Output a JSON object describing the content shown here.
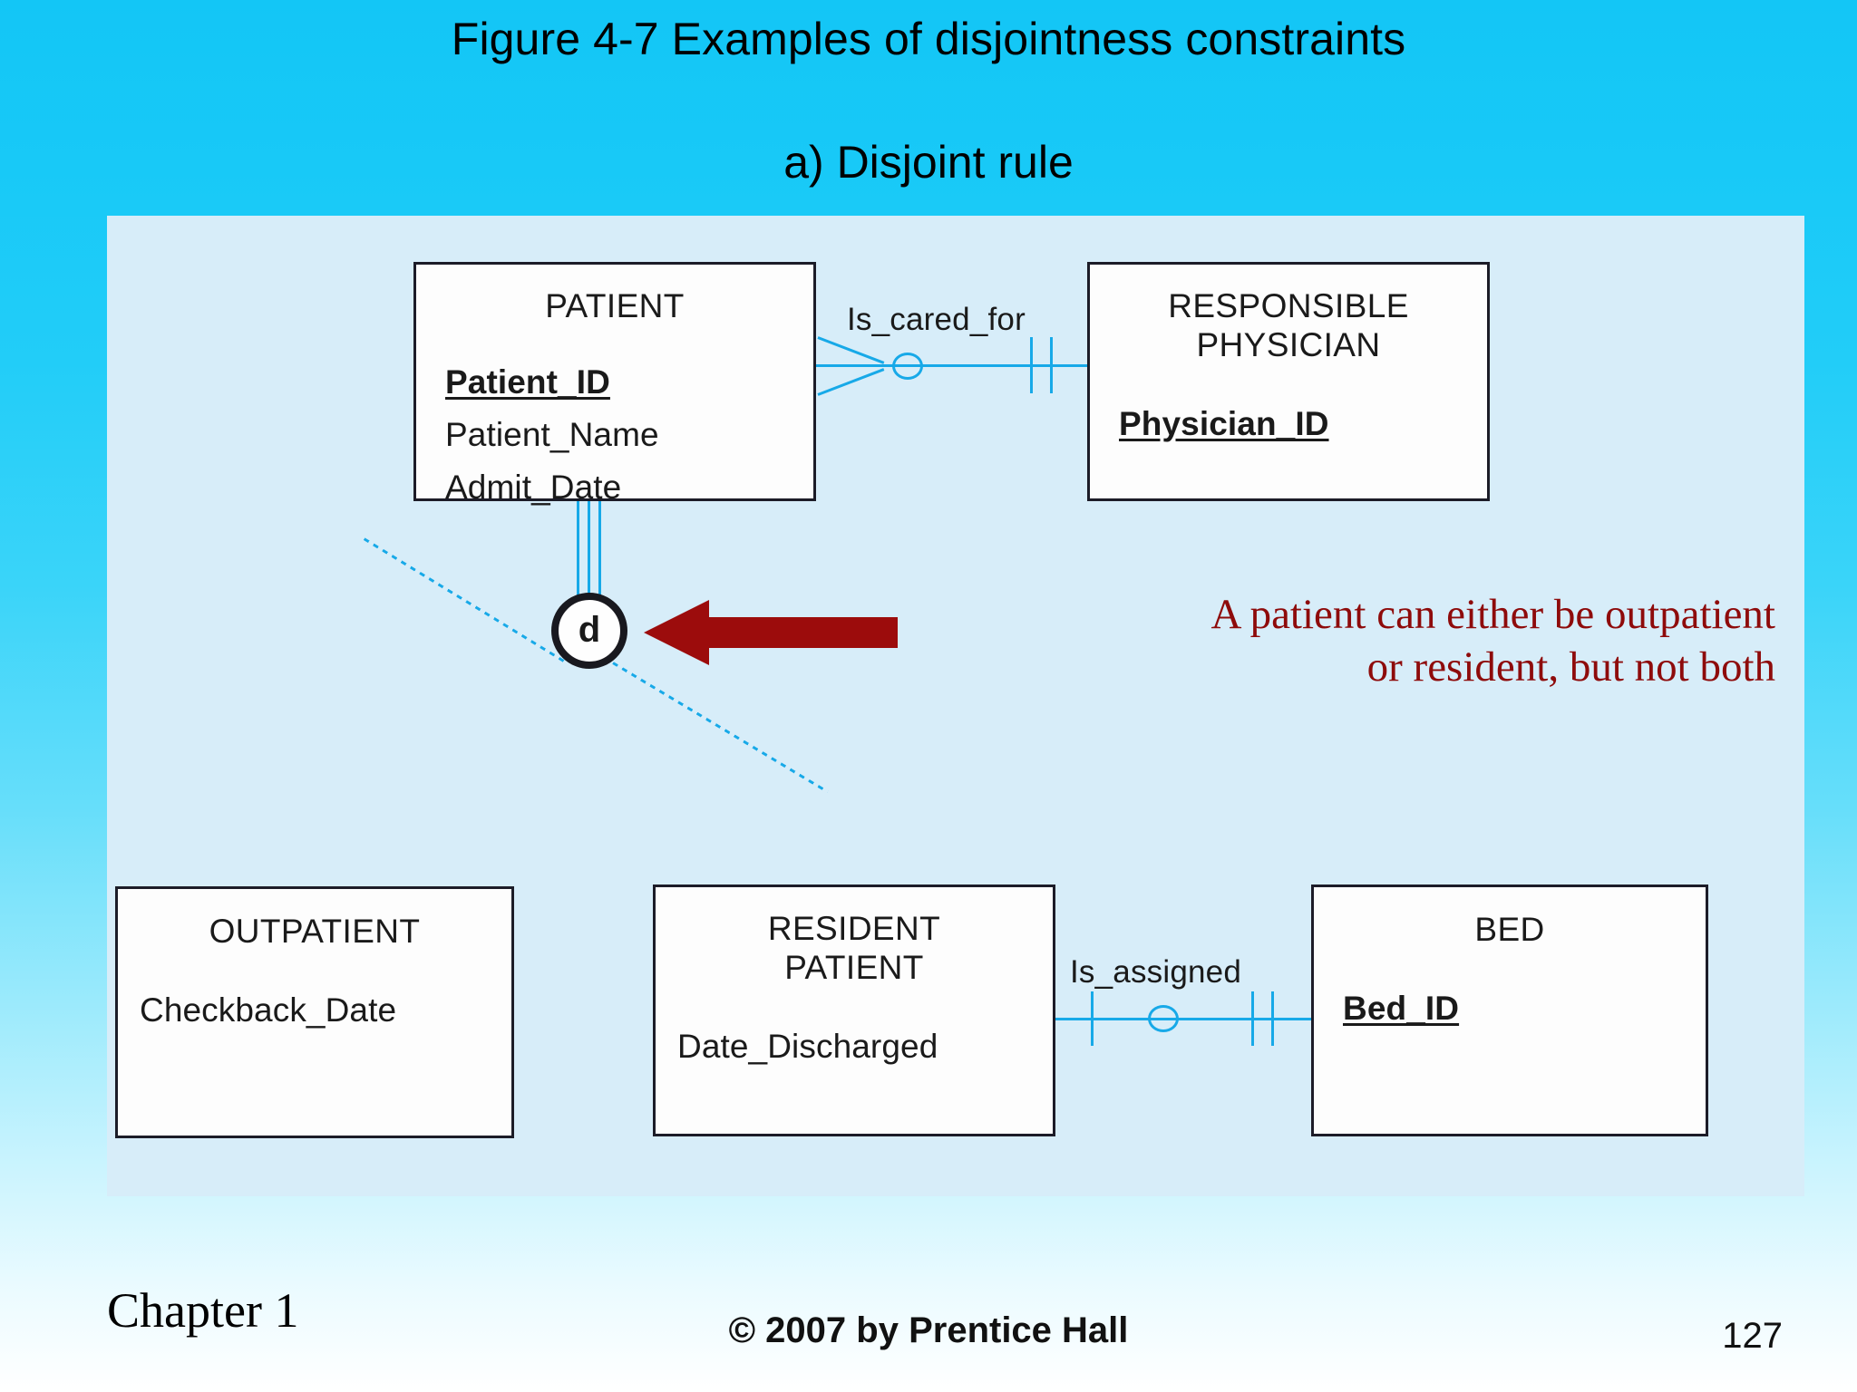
{
  "slide": {
    "title": "Figure 4-7 Examples of disjointness constraints",
    "subtitle": "a) Disjoint rule"
  },
  "diagram": {
    "entities": [
      {
        "id": "patient",
        "name": "PATIENT",
        "attributes": [
          {
            "label": "Patient_ID",
            "key": true
          },
          {
            "label": "Patient_Name",
            "key": false
          },
          {
            "label": "Admit_Date",
            "key": false
          }
        ]
      },
      {
        "id": "responsible-physician",
        "name_line1": "RESPONSIBLE",
        "name_line2": "PHYSICIAN",
        "attributes": [
          {
            "label": "Physician_ID",
            "key": true
          }
        ]
      },
      {
        "id": "outpatient",
        "name": "OUTPATIENT",
        "attributes": [
          {
            "label": "Checkback_Date",
            "key": false
          }
        ]
      },
      {
        "id": "resident-patient",
        "name_line1": "RESIDENT",
        "name_line2": "PATIENT",
        "attributes": [
          {
            "label": "Date_Discharged",
            "key": false
          }
        ]
      },
      {
        "id": "bed",
        "name": "BED",
        "attributes": [
          {
            "label": "Bed_ID",
            "key": true
          }
        ]
      }
    ],
    "relationships": [
      {
        "id": "is-cared-for",
        "label": "Is_cared_for"
      },
      {
        "id": "is-assigned",
        "label": "Is_assigned"
      }
    ],
    "disjoint_symbol": {
      "label": "d"
    },
    "annotation": {
      "line1": "A patient can either be outpatient",
      "line2": "or resident, but not both"
    }
  },
  "footer": {
    "chapter": "Chapter 1",
    "copyright": "© 2007 by Prentice Hall",
    "page": "127"
  },
  "colors": {
    "background_top": "#13C6F6",
    "panel": "#D7EDF9",
    "relationship_line": "#17A9E8",
    "annotation_red": "#8E0B0B",
    "entity_border": "#1C1C28"
  }
}
